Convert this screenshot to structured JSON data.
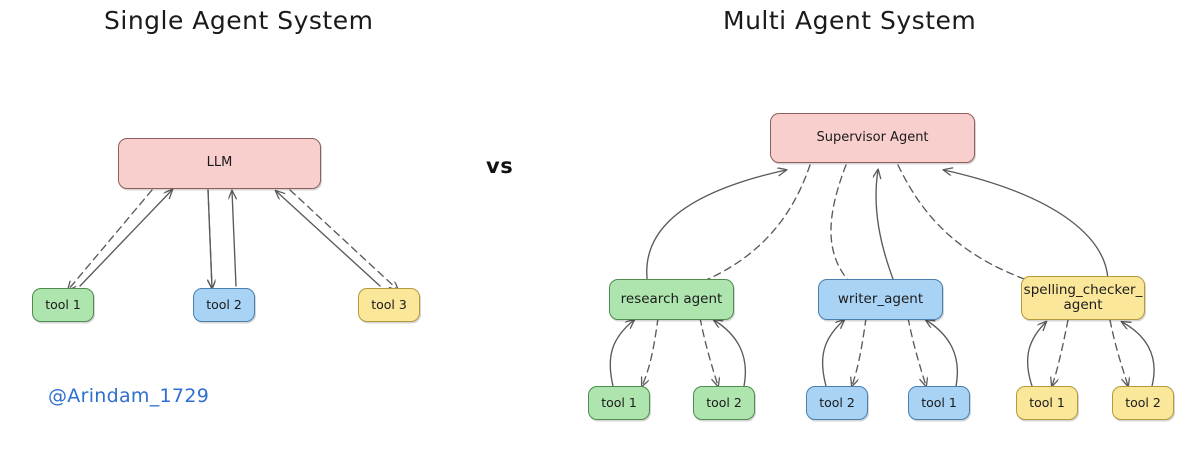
{
  "titles": {
    "left": "Single Agent System",
    "right": "Multi Agent System"
  },
  "separator": {
    "label": "vs"
  },
  "watermark": {
    "handle": "@Arindam_1729"
  },
  "colors": {
    "pink_fill": "#f9cfcd",
    "pink_stroke": "#8d5f5c",
    "green_fill": "#aee5ae",
    "green_stroke": "#4f8c50",
    "blue_fill": "#a8d3f5",
    "blue_stroke": "#4a7fae",
    "yellow_fill": "#fbe79a",
    "yellow_stroke": "#b59a3c",
    "edge_stroke": "#5a5a5a",
    "watermark_text": "#2f6fd0",
    "title_text": "#1a1a1a",
    "background": "#ffffff"
  },
  "single_agent_system": {
    "root": {
      "label": "LLM",
      "color": "pink"
    },
    "tools": [
      {
        "label": "tool 1",
        "color": "green"
      },
      {
        "label": "tool 2",
        "color": "blue"
      },
      {
        "label": "tool 3",
        "color": "yellow"
      }
    ]
  },
  "multi_agent_system": {
    "root": {
      "label": "Supervisor Agent",
      "color": "pink"
    },
    "agents": [
      {
        "label": "research agent",
        "color": "green",
        "tools": [
          {
            "label": "tool 1",
            "color": "green"
          },
          {
            "label": "tool 2",
            "color": "green"
          }
        ]
      },
      {
        "label": "writer_agent",
        "color": "blue",
        "tools": [
          {
            "label": "tool 2",
            "color": "blue"
          },
          {
            "label": "tool 1",
            "color": "blue"
          }
        ]
      },
      {
        "label": "spelling_checker_\nagent",
        "color": "yellow",
        "tools": [
          {
            "label": "tool 1",
            "color": "yellow"
          },
          {
            "label": "tool 2",
            "color": "yellow"
          }
        ]
      }
    ]
  }
}
